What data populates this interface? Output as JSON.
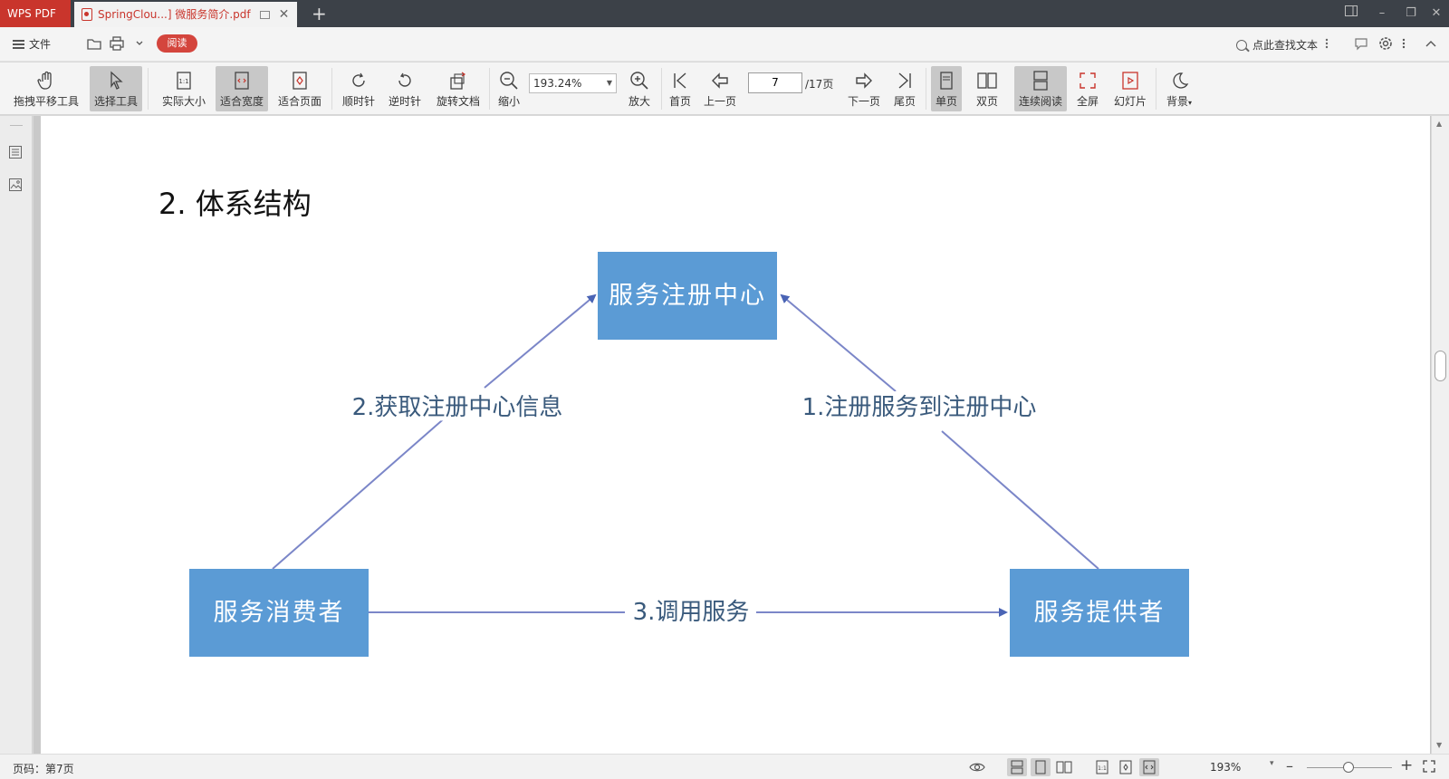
{
  "titlebar": {
    "app_tab": "WPS PDF",
    "doc_tab": "SpringClou...] 微服务简介.pdf",
    "new_tab": "+"
  },
  "menubar": {
    "file_label": "文件",
    "read_label": "阅读",
    "search_label": "点此查找文本"
  },
  "toolbar": {
    "pan": "拖拽平移工具",
    "select": "选择工具",
    "actual_size": "实际大小",
    "fit_width": "适合宽度",
    "fit_page": "适合页面",
    "clockwise": "顺时针",
    "counterclockwise": "逆时针",
    "rotate_doc": "旋转文档",
    "zoom_out": "缩小",
    "zoom_value": "193.24%",
    "zoom_in": "放大",
    "first_page": "首页",
    "prev_page": "上一页",
    "page_input": "7",
    "page_total": "/17页",
    "next_page": "下一页",
    "last_page": "尾页",
    "single_page": "单页",
    "double_page": "双页",
    "continuous": "连续阅读",
    "fullscreen": "全屏",
    "slideshow": "幻灯片",
    "background": "背景"
  },
  "document": {
    "heading": "2. 体系结构",
    "diagram": {
      "registry": "服务注册中心",
      "consumer": "服务消费者",
      "provider": "服务提供者",
      "edge_get_info": "2.获取注册中心信息",
      "edge_register": "1.注册服务到注册中心",
      "edge_invoke": "3.调用服务",
      "box_color": "#5b9bd5",
      "line_color": "#7b86c8",
      "label_color": "#3a5a7c"
    }
  },
  "statusbar": {
    "page_info": "页码：第7页",
    "zoom_pct": "193%"
  },
  "colors": {
    "wps_red": "#c9352c",
    "titlebar_bg": "#3c4148",
    "toolbar_bg": "#f4f4f4"
  }
}
